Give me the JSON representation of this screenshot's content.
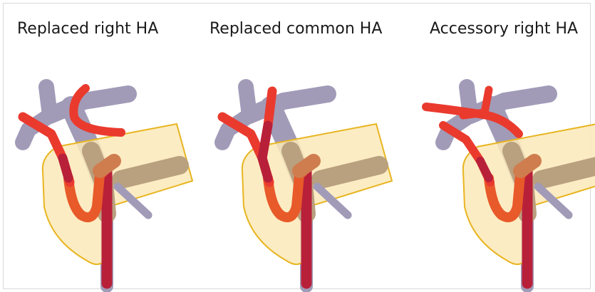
{
  "panels": [
    {
      "title": "Replaced right HA"
    },
    {
      "title": "Replaced common HA"
    },
    {
      "title": "Accessory right HA"
    }
  ],
  "colors": {
    "vein": "#a19bb8",
    "artery_bright": "#ea3a2e",
    "artery_orange": "#e85a2a",
    "artery_dark": "#b8203a",
    "pancreas_fill": "#fce9b8",
    "pancreas_stroke": "#e8b521",
    "portal_overlap": "#cf7d4f",
    "smv_overlap": "#b9a07f"
  }
}
